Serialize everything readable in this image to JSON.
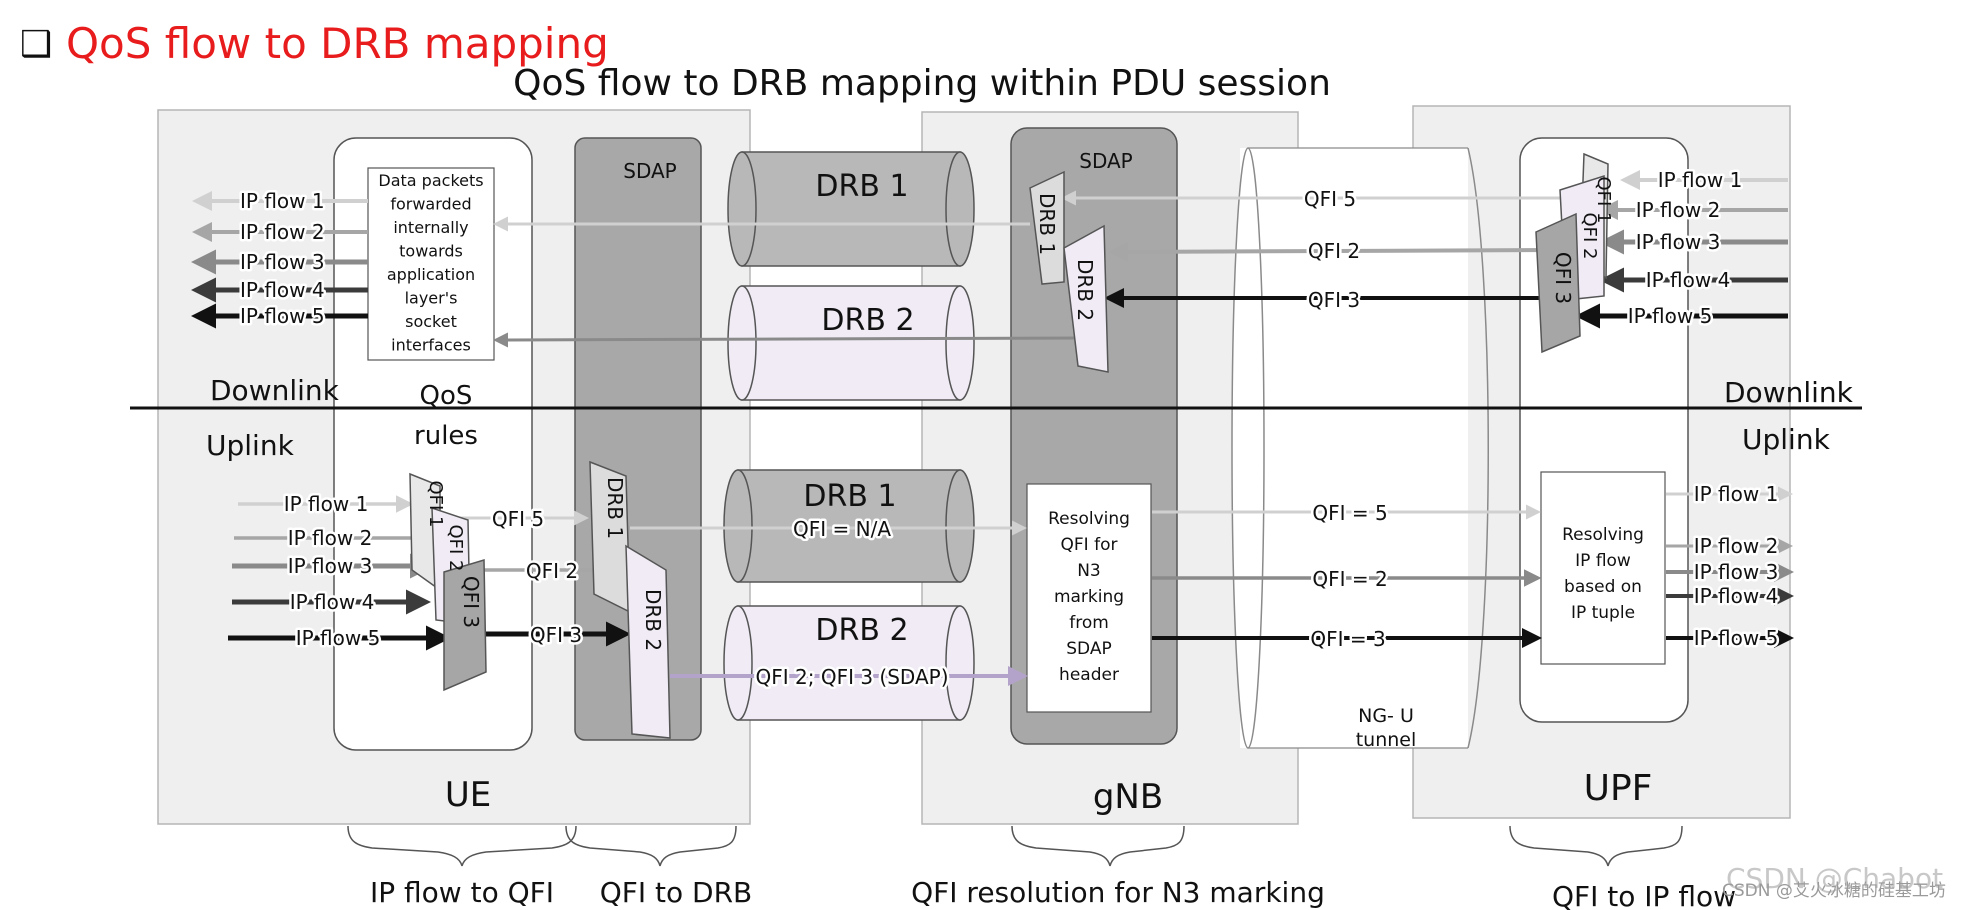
{
  "heading": {
    "bullet": "❑",
    "text": "QoS flow to DRB mapping",
    "color": "#e81c1c"
  },
  "title": "QoS flow to DRB mapping within PDU session",
  "colors": {
    "l1": "#d0d0d0",
    "l2": "#a6a6a6",
    "l3": "#8a8a8a",
    "l4": "#3b3b3b",
    "l5": "#111111",
    "purple": "#b3a2c9",
    "node_bg": "#efefef",
    "sdap_bg": "#a8a8a8",
    "drb1_fill": "#b8b8b8",
    "drb2_fill": "#f0ebf5"
  },
  "ue": {
    "label": "UE",
    "sdap": "SDAP",
    "app_box": [
      "Data packets",
      "forwarded",
      "internally",
      "towards",
      "application",
      "layer's",
      "socket",
      "interfaces"
    ],
    "dl_flows": [
      "IP flow 1",
      "IP flow 2",
      "IP flow 3",
      "IP flow 4",
      "IP flow 5"
    ],
    "ul_flows": [
      "IP flow 1",
      "IP flow 2",
      "IP flow 3",
      "IP flow 4",
      "IP flow 5"
    ],
    "qos_rules": [
      "QoS",
      "rules"
    ],
    "qfi": [
      "QFI 1",
      "QFI 2",
      "QFI 3"
    ],
    "ul_qfi_labels": [
      "QFI 5",
      "QFI 2",
      "QFI 3"
    ],
    "drb_shapes": [
      "DRB 1",
      "DRB 2"
    ]
  },
  "gnb": {
    "label": "gNB",
    "sdap": "SDAP",
    "drb_shapes": [
      "DRB 1",
      "DRB 2"
    ],
    "resolve_box": [
      "Resolving",
      "QFI for",
      "N3",
      "marking",
      "from",
      "SDAP",
      "header"
    ]
  },
  "radio": {
    "dl_drb1": "DRB 1",
    "dl_drb2": "DRB 2",
    "ul_drb1": "DRB 1",
    "ul_drb2": "DRB 2",
    "ul_drb1_label": "QFI = N/A",
    "ul_drb2_label": "QFI 2; QFI 3 (SDAP)"
  },
  "ngu": {
    "tunnel": [
      "NG- U",
      "tunnel"
    ],
    "dl_labels": [
      "QFI 5",
      "QFI 2",
      "QFI 3"
    ],
    "ul_labels": [
      "QFI = 5",
      "QFI = 2",
      "QFI   = 3"
    ]
  },
  "upf": {
    "label": "UPF",
    "dl_flows": [
      "IP flow 1",
      "IP flow 2",
      "IP flow 3",
      "IP flow 4",
      "IP flow 5"
    ],
    "ul_flows": [
      "IP flow 1",
      "IP flow 2",
      "IP flow 3",
      "IP flow 4",
      "IP flow 5"
    ],
    "qfi": [
      "QFI 1",
      "QFI 2",
      "QFI 3"
    ],
    "resolve_box": [
      "Resolving",
      "IP flow",
      "based on",
      "IP tuple"
    ]
  },
  "direction": {
    "downlink_left": "Downlink",
    "uplink_left": "Uplink",
    "downlink_right": "Downlink",
    "uplink_right": "Uplink"
  },
  "bottom": {
    "ip_to_qfi": "IP flow to QFI",
    "qfi_to_drb": "QFI to DRB",
    "qfi_resolution": "QFI resolution for N3 marking",
    "qfi_to_ip": "QFI to IP flow"
  },
  "watermark": [
    "CSDN @Chabot",
    "CSDN @艾火冰糖的硅基工坊"
  ]
}
